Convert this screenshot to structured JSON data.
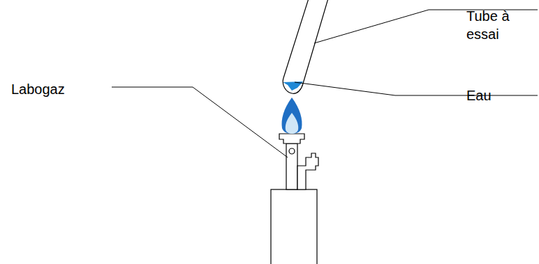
{
  "diagram": {
    "labels": [
      "Tube à essai",
      "Eau",
      "Labogaz"
    ]
  }
}
